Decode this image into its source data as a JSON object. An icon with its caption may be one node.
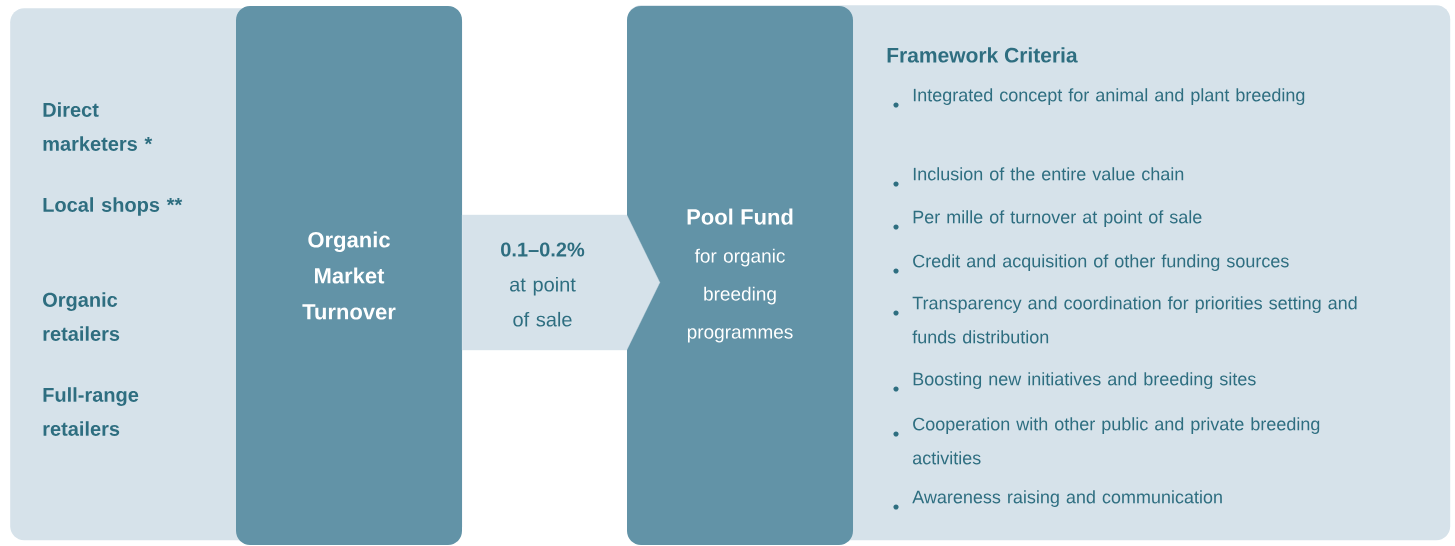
{
  "diagram": {
    "nodes": [
      {
        "text": [
          "Direct marketers *",
          "Local shops **",
          "Organic retailers",
          "Full-range retailers"
        ]
      },
      {
        "text": [
          "Organic Market Turnover"
        ],
        "in": 0
      },
      {
        "text": [
          "Framework Criteria",
          "Integrated concept for animal and plant breeding",
          "Inclusion of the entire value chain",
          "Per mille of turnover at point of sale",
          "Credit and acquisition of other funding sources",
          "Transparency and coordination for priorities setting and funds distribution",
          "Boosting new initiatives and breeding sites",
          "Cooperation with other public and private breeding activities",
          "Awareness raising and communication"
        ]
      },
      {
        "text": [
          "Pool Fund",
          "for organic breeding programmes"
        ],
        "in": 2
      }
    ],
    "edges": [
      {
        "from": 1,
        "to": 3,
        "arrow": "to",
        "label": "**0.1–0.2%** at point of sale"
      }
    ]
  }
}
